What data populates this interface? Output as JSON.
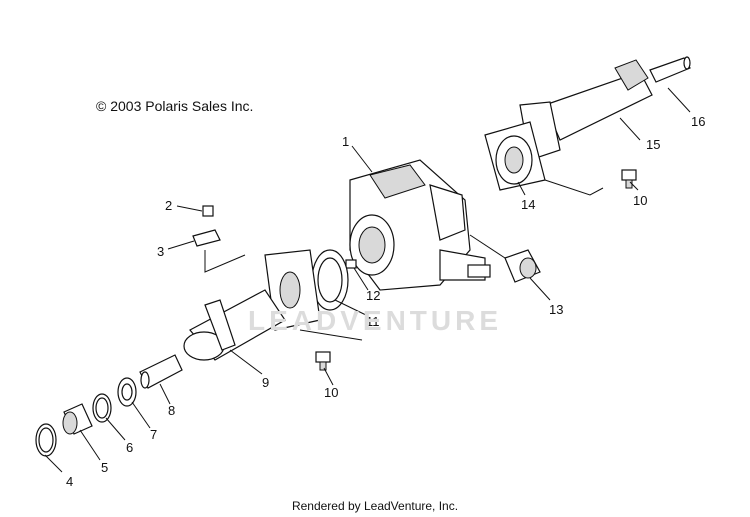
{
  "header": {
    "copyright": "© 2003 Polaris Sales Inc."
  },
  "footer": {
    "rendered_by": "Rendered by LeadVenture, Inc."
  },
  "watermark": {
    "text": "LEADVENTURE"
  },
  "callouts": [
    "1",
    "2",
    "3",
    "4",
    "5",
    "6",
    "7",
    "8",
    "9",
    "10",
    "10",
    "11",
    "12",
    "13",
    "14",
    "15",
    "16"
  ]
}
